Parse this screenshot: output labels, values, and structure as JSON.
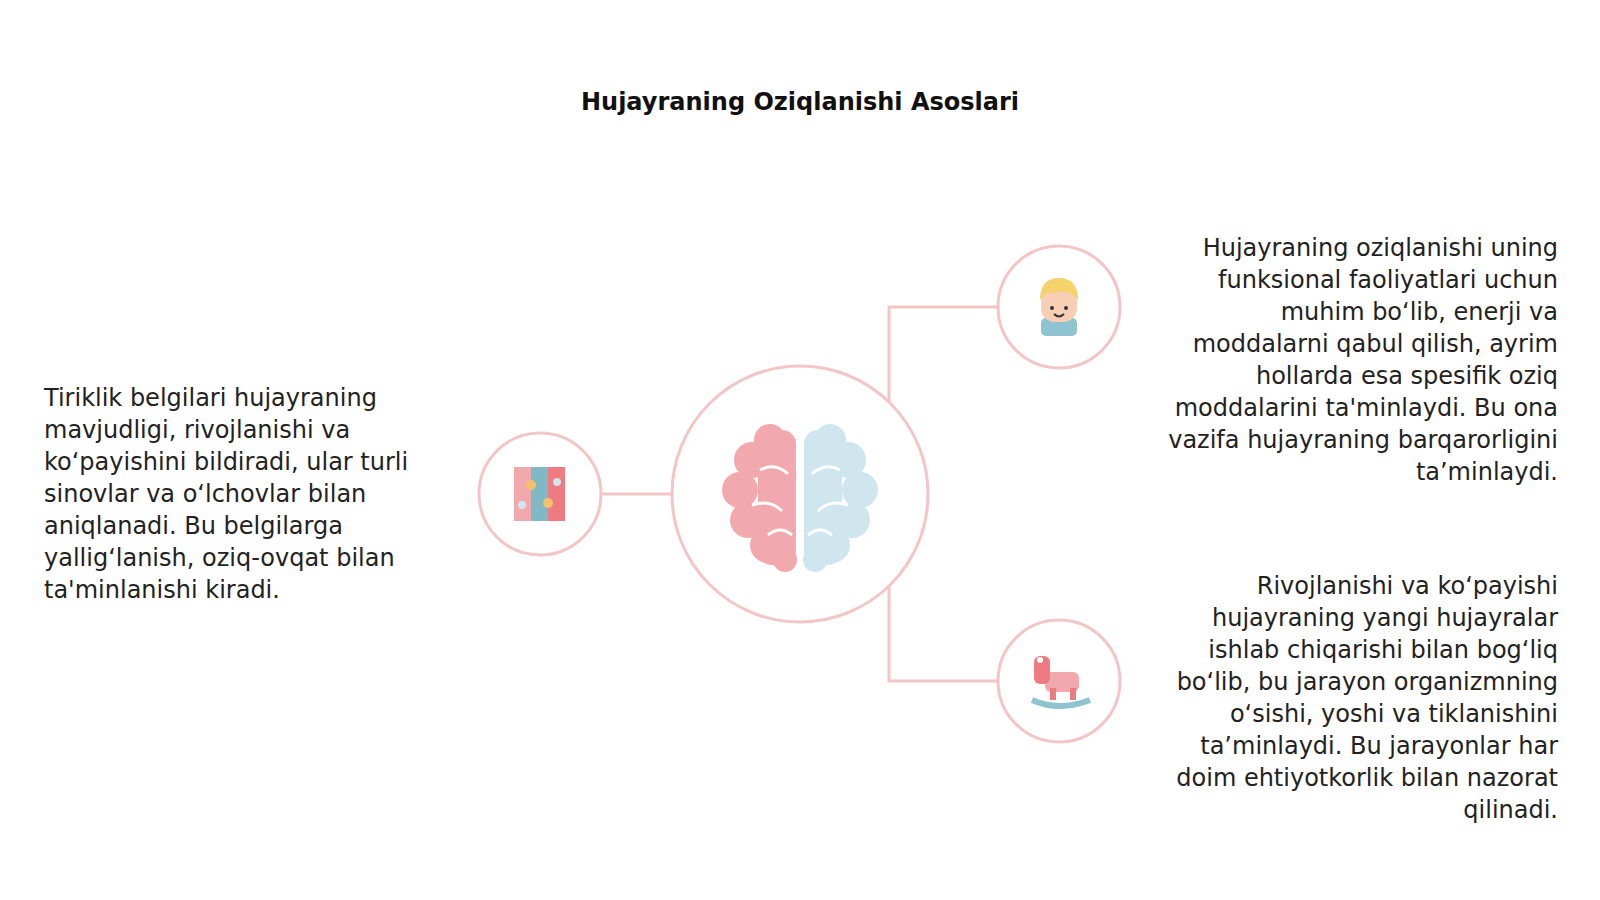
{
  "diagram": {
    "title": "Hujayraning Oziqlanishi Asoslari",
    "nodes": [
      {
        "text": [
          "Tiriklik belgilari hujayraning mavjudligi, rivojlanishi va ko‘payishini bildiradi, ular turli sinovlar va o‘lchovlar bilan aniqlanadi. Bu belgilarga yallig‘lanish, oziq-ovqat bilan ta'minlanishi kiradi."
        ]
      },
      {
        "text": [
          "Hujayraning oziqlanishi uning funksional faoliyatlari uchun muhim bo‘lib, enerji va moddalarni qabul qilish, ayrim hollarda esa spesifik oziq moddalarini ta'minlaydi. Bu ona vazifa hujayraning barqarorligini ta’minlaydi."
        ]
      },
      {
        "text": [
          "Rivojlanishi va ko‘payishi hujayraning yangi hujayralar ishlab chiqarishi bilan bog‘liq bo‘lib, bu jarayon organizmning o‘sishi, yoshi va tiklanishini ta’minlaydi. Bu jarayonlar har doim ehtiyotkorlik bilan nazorat qilinadi."
        ]
      }
    ]
  }
}
